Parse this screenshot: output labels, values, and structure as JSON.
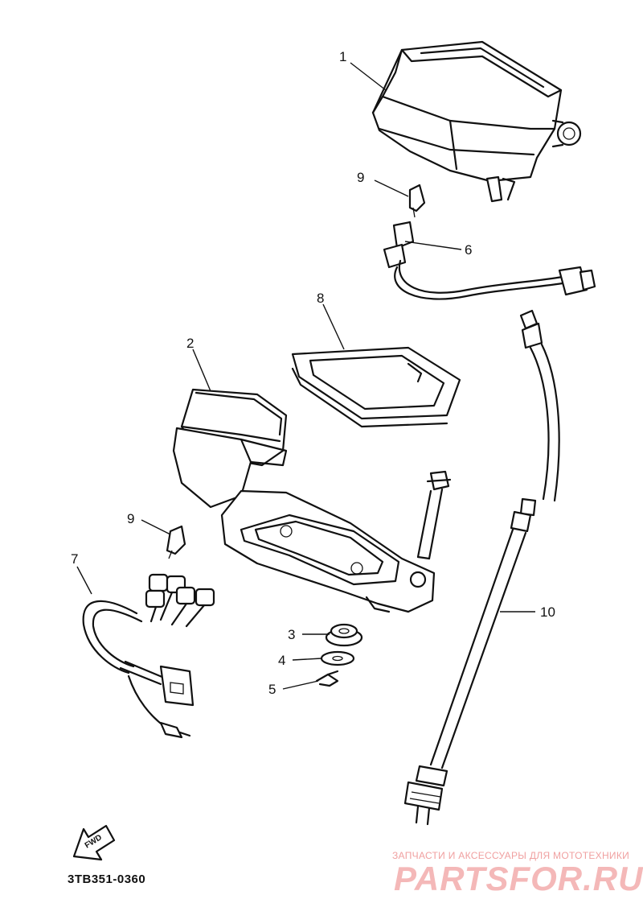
{
  "diagram": {
    "callouts": {
      "c1": "1",
      "c2": "2",
      "c3": "3",
      "c4": "4",
      "c5": "5",
      "c6": "6",
      "c7": "7",
      "c8": "8",
      "c9a": "9",
      "c9b": "9",
      "c10": "10"
    },
    "fwd_label": "FWD",
    "part_code": "3TB351-0360"
  },
  "watermark": {
    "subtitle": "ЗАПЧАСТИ И АКСЕССУАРЫ ДЛЯ МОТОТЕХНИКИ",
    "logo": "PARTSFOR.RU",
    "color": "#f4b8b8"
  }
}
